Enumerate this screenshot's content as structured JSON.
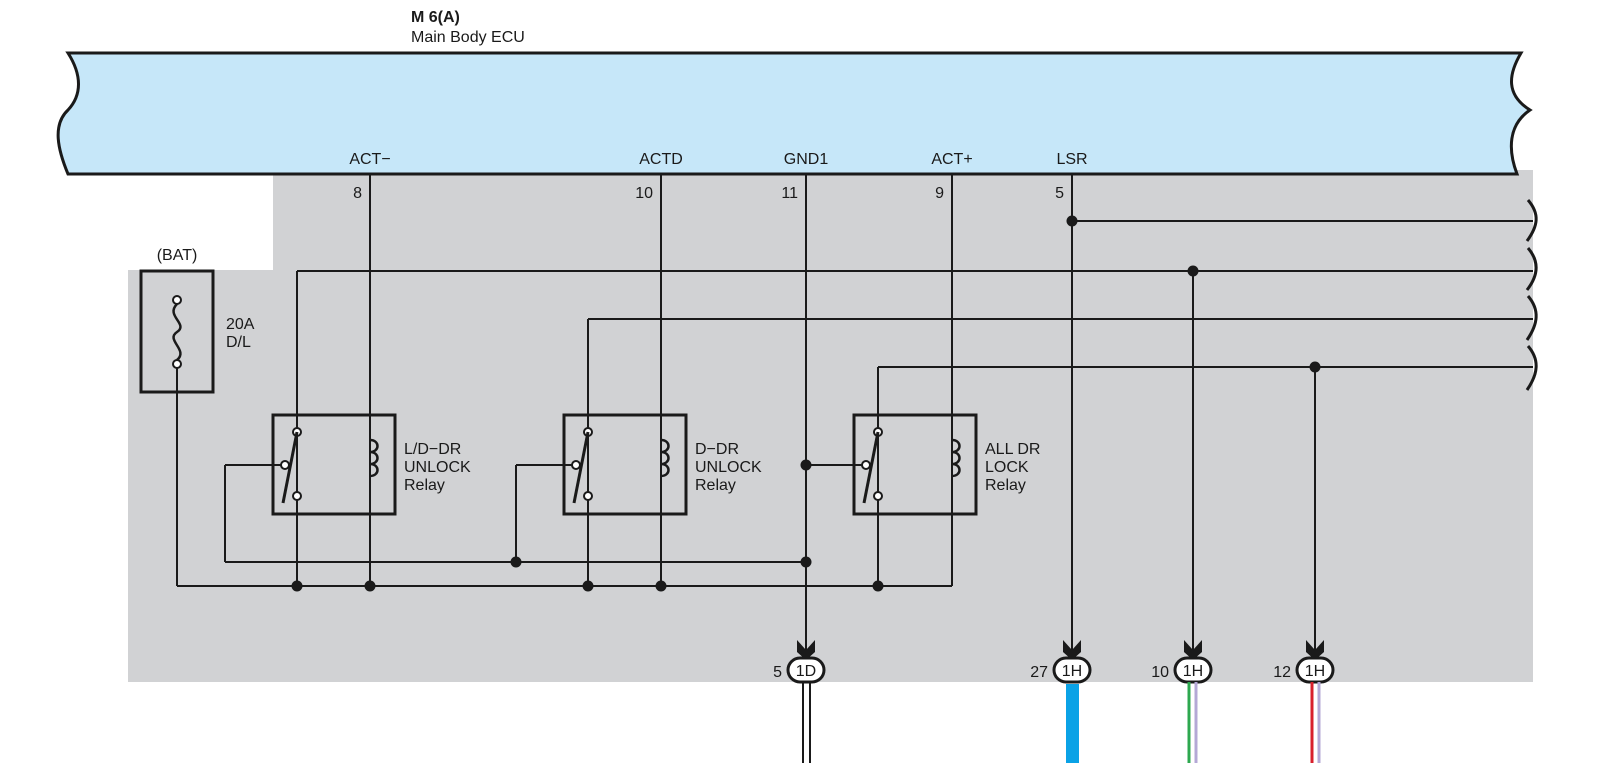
{
  "ecu": {
    "code": "M 6(A)",
    "name": "Main Body ECU",
    "fill_color": "#c6e7f9"
  },
  "terminals": [
    {
      "name": "ACT−",
      "pin": "8"
    },
    {
      "name": "ACTD",
      "pin": "10"
    },
    {
      "name": "GND1",
      "pin": "11"
    },
    {
      "name": "ACT+",
      "pin": "9"
    },
    {
      "name": "LSR",
      "pin": "5"
    }
  ],
  "fuse": {
    "source": "(BAT)",
    "rating": "20A",
    "name": "D/L"
  },
  "relays": [
    {
      "line1": "L/D−DR",
      "line2": "UNLOCK",
      "line3": "Relay"
    },
    {
      "line1": "D−DR",
      "line2": "UNLOCK",
      "line3": "Relay"
    },
    {
      "line1": "ALL DR",
      "line2": "LOCK",
      "line3": "Relay"
    }
  ],
  "connectors": [
    {
      "pin": "5",
      "code": "1D"
    },
    {
      "pin": "27",
      "code": "1H"
    },
    {
      "pin": "10",
      "code": "1H"
    },
    {
      "pin": "12",
      "code": "1H"
    }
  ],
  "colors": {
    "internal_area": "#d1d2d4",
    "wire_blue": "#0aa2e6",
    "wire_green": "#2da84f",
    "wire_red": "#d8202c",
    "wire_violet": "#b4a8d6"
  }
}
